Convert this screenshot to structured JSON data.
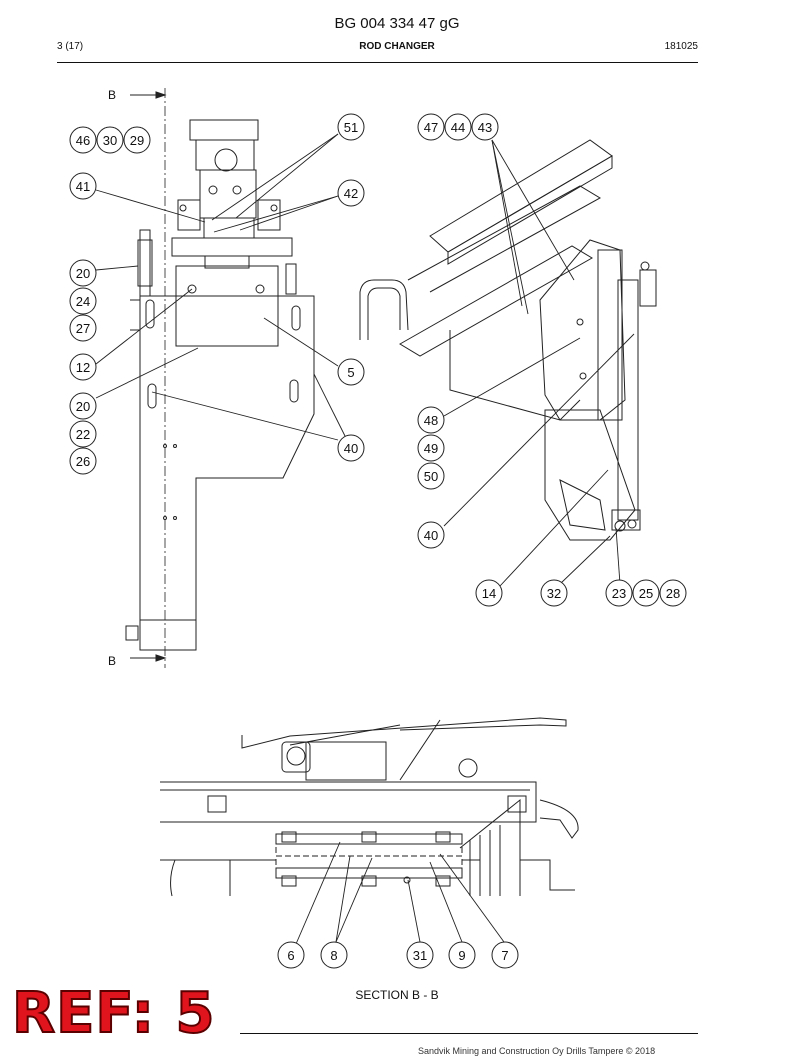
{
  "header": {
    "doc_number": "BG 004 334 47 gG",
    "page": "3 (17)",
    "title": "ROD CHANGER",
    "date": "181025"
  },
  "section": {
    "marker": "B",
    "label": "SECTION B - B"
  },
  "callouts": {
    "c46": "46",
    "c30": "30",
    "c29": "29",
    "c41": "41",
    "c20a": "20",
    "c24": "24",
    "c27": "27",
    "c12": "12",
    "c20b": "20",
    "c22": "22",
    "c26": "26",
    "c51": "51",
    "c42": "42",
    "c5": "5",
    "c40a": "40",
    "c47": "47",
    "c44": "44",
    "c43": "43",
    "c48": "48",
    "c49": "49",
    "c50": "50",
    "c40b": "40",
    "c14": "14",
    "c32": "32",
    "c23": "23",
    "c25": "25",
    "c28": "28",
    "c6": "6",
    "c8": "8",
    "c31": "31",
    "c9": "9",
    "c7": "7"
  },
  "stamp": "REF: 5",
  "footer": "Sandvik Mining and Construction Oy Drills Tampere © 2018",
  "colors": {
    "stamp": "#e0141c",
    "ink": "#111111"
  }
}
